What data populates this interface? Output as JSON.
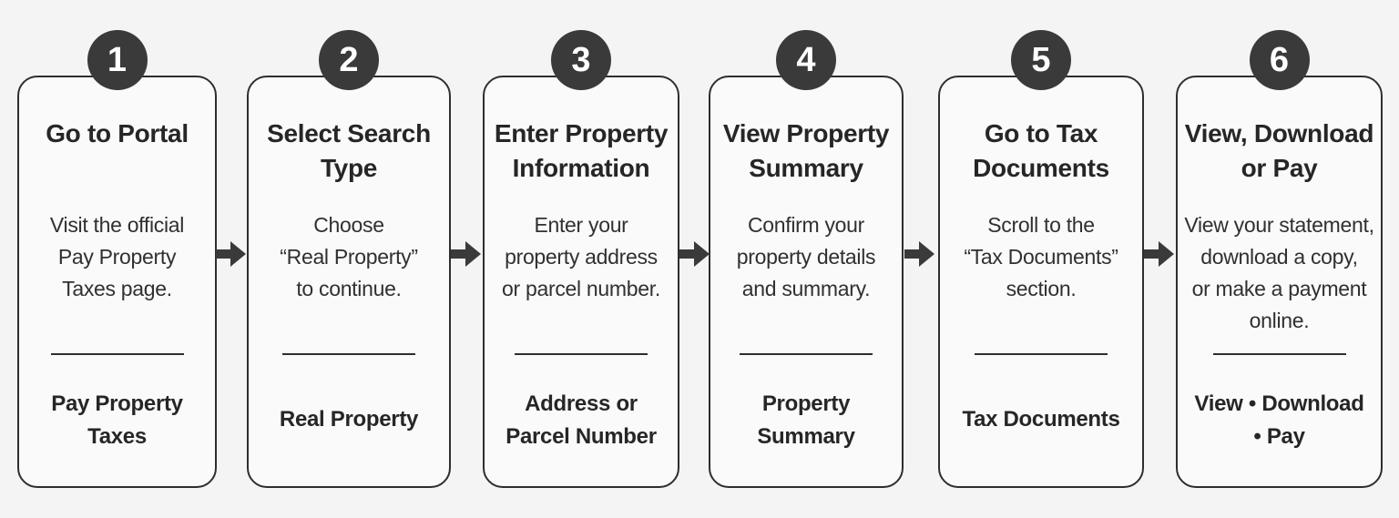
{
  "steps": [
    {
      "number": "1",
      "title": "Go to Portal",
      "description": "Visit the official\nPay Property\nTaxes page.",
      "footer": "Pay Property\nTaxes"
    },
    {
      "number": "2",
      "title": "Select Search\nType",
      "description": "Choose\n“Real Property”\nto continue.",
      "footer": "Real Property"
    },
    {
      "number": "3",
      "title": "Enter Property\nInformation",
      "description": "Enter your\nproperty address\nor parcel number.",
      "footer": "Address or\nParcel Number"
    },
    {
      "number": "4",
      "title": "View Property\nSummary",
      "description": "Confirm your\nproperty details\nand summary.",
      "footer": "Property\nSummary"
    },
    {
      "number": "5",
      "title": "Go to Tax\nDocuments",
      "description": "Scroll to the\n“Tax Documents”\nsection.",
      "footer": "Tax Documents"
    },
    {
      "number": "6",
      "title": "View, Download\nor Pay",
      "description": "View your statement,\ndownload a copy,\nor make a payment\nonline.",
      "footer": "View • Download\n• Pay"
    }
  ],
  "colors": {
    "badge": "#3a3a3a",
    "border": "#2e2e2e",
    "background": "#f4f4f4",
    "arrow": "#3a3a3a"
  },
  "icons": {
    "connector": "right-arrow-icon"
  }
}
